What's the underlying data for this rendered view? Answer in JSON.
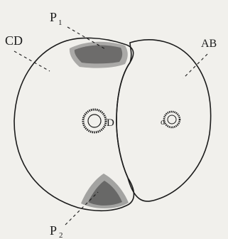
{
  "labels": {
    "p1": "P",
    "p1_sub": "1",
    "cd": "CD",
    "ab": "AB",
    "p2": "P",
    "p2_sub": "2",
    "d": "D",
    "o": "o"
  },
  "colors": {
    "ink": "#1b1b1b",
    "paper": "#f1f0ec"
  }
}
